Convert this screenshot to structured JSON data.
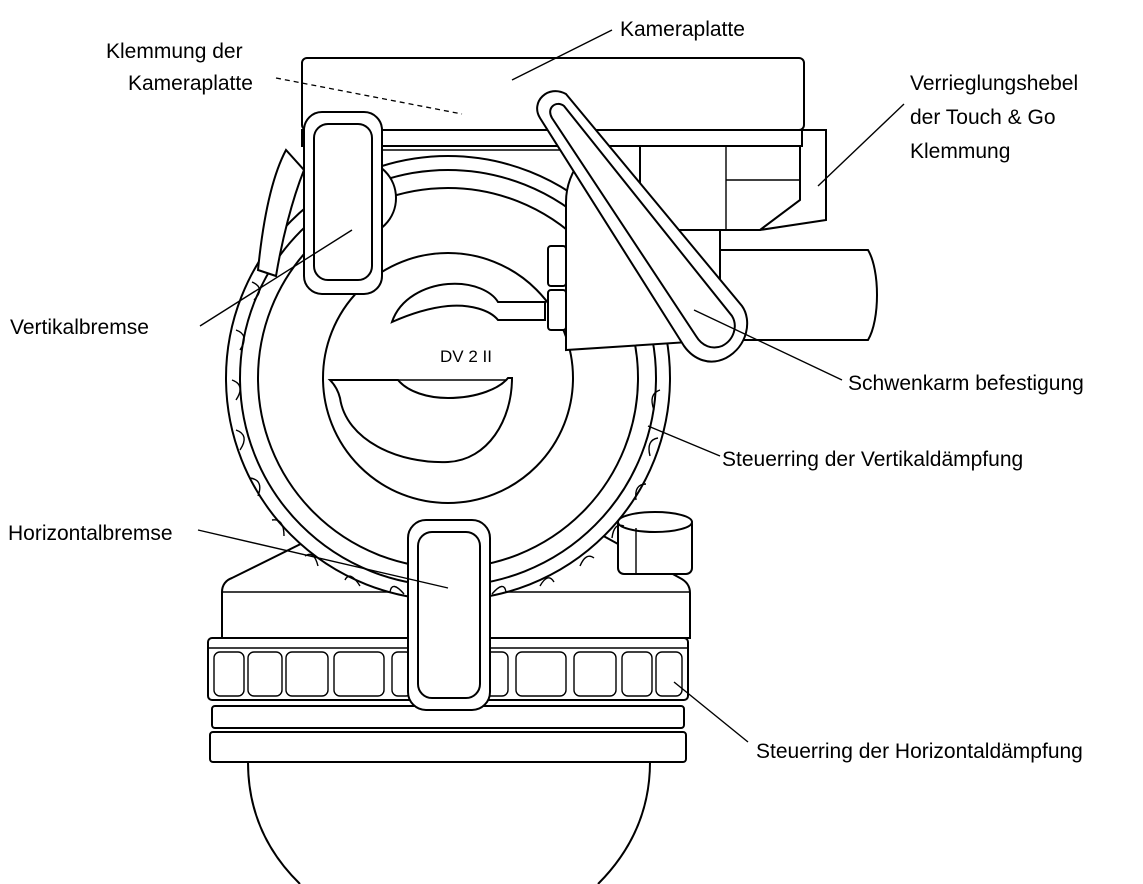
{
  "labels": {
    "kameraplatte": "Kameraplatte",
    "klemmung_line1": "Klemmung der",
    "klemmung_line2": "Kameraplatte",
    "verrieglung_line1": "Verrieglungshebel",
    "verrieglung_line2": "der Touch & Go",
    "verrieglung_line3": "Klemmung",
    "vertikalbremse": "Vertikalbremse",
    "schwenkarm": "Schwenkarm befestigung",
    "steuerring_vertikal": "Steuerring der Vertikaldämpfung",
    "horizontalbremse": "Horizontalbremse",
    "steuerring_horizontal": "Steuerring der Horizontaldämpfung"
  },
  "model_name": "DV 2 II"
}
